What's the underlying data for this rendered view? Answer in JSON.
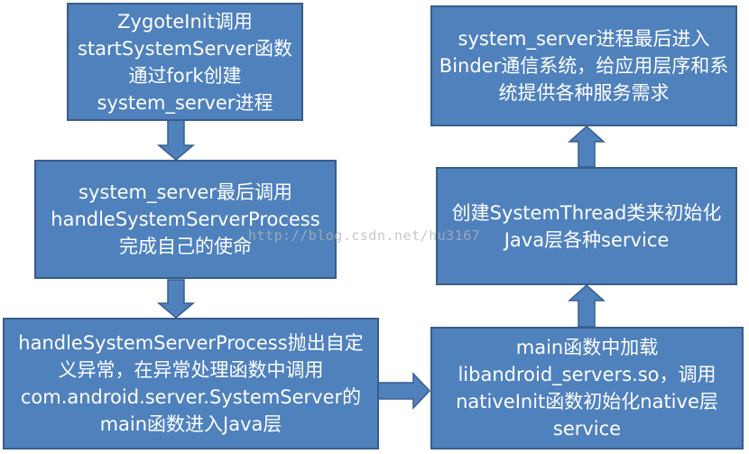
{
  "nodes": {
    "n1": "ZygoteInit调用startSystemServer函数通过fork创建system_server进程",
    "n2": "system_server最后调用handleSystemServerProcess完成自己的使命",
    "n3": "handleSystemServerProcess抛出自定义异常，在异常处理函数中调用com.android.server.SystemServer的main函数进入Java层",
    "n4": "main函数中加载libandroid_servers.so，调用nativeInit函数初始化native层service",
    "n5": "创建SystemThread类来初始化Java层各种service",
    "n6": "system_server进程最后进入Binder通信系统，给应用层序和系统提供各种服务需求"
  },
  "watermark": "http://blog.csdn.net/hu3167",
  "colors": {
    "fill": "#4f81bd",
    "border": "#385d8a",
    "text": "#ffffff"
  }
}
